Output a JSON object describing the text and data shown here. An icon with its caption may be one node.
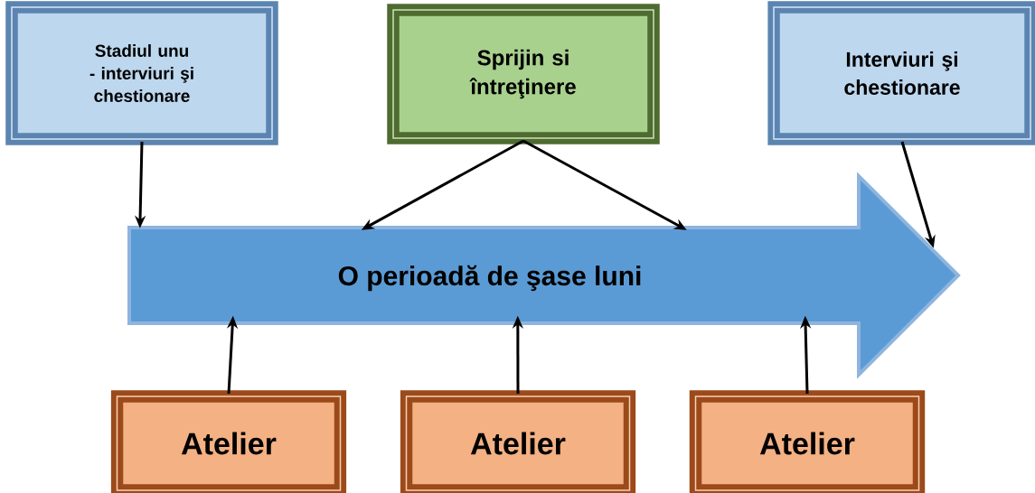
{
  "diagram": {
    "nodes": [
      {
        "text": [
          "Stadiul unu - interviuri şi chestionare"
        ]
      },
      {
        "text": [
          "Sprijin si întreţinere"
        ]
      },
      {
        "text": [
          "Interviuri şi chestionare"
        ]
      },
      {
        "text": [
          "O perioadă de şase luni"
        ]
      },
      {
        "text": [
          "Atelier"
        ]
      },
      {
        "text": [
          "Atelier"
        ]
      },
      {
        "text": [
          "Atelier"
        ]
      }
    ],
    "edges": [
      {
        "from": 0,
        "to": 3,
        "arrow": "to"
      },
      {
        "from": 1,
        "to": 3,
        "arrow": "to"
      },
      {
        "from": 1,
        "to": 3,
        "arrow": "to"
      },
      {
        "from": 2,
        "to": 3,
        "arrow": "to"
      },
      {
        "from": 4,
        "to": 3,
        "arrow": "to"
      },
      {
        "from": 5,
        "to": 3,
        "arrow": "to"
      },
      {
        "from": 6,
        "to": 3,
        "arrow": "to"
      }
    ]
  }
}
